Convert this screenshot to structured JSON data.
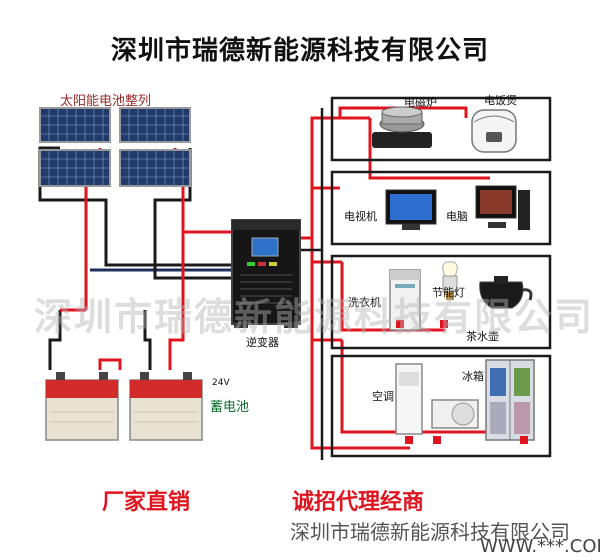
{
  "title": "深圳市瑞德新能源科技有限公司",
  "solar": {
    "label": "太阳能电池整列"
  },
  "inverter": {
    "label": "逆变器"
  },
  "battery": {
    "label": "蓄电池",
    "voltage": "24V"
  },
  "appliances": {
    "induction_cooker": "电磁炉",
    "rice_cooker": "电饭煲",
    "tv": "电视机",
    "computer": "电脑",
    "washer": "洗衣机",
    "lamp": "节能灯",
    "kettle": "茶水壶",
    "ac": "空调",
    "fridge": "冰箱"
  },
  "slogans": {
    "left": "厂家直销",
    "right": "诚招代理经商"
  },
  "watermark": "深圳市瑞德新能源科技有限公司",
  "footer": {
    "company": "深圳市瑞德新能源科技有限公司",
    "site": "WWW.***.COM"
  },
  "colors": {
    "live_wire": "#e0141e",
    "neutral_wire": "#1a1a1a",
    "dc_wire": "#1f2f5c"
  }
}
